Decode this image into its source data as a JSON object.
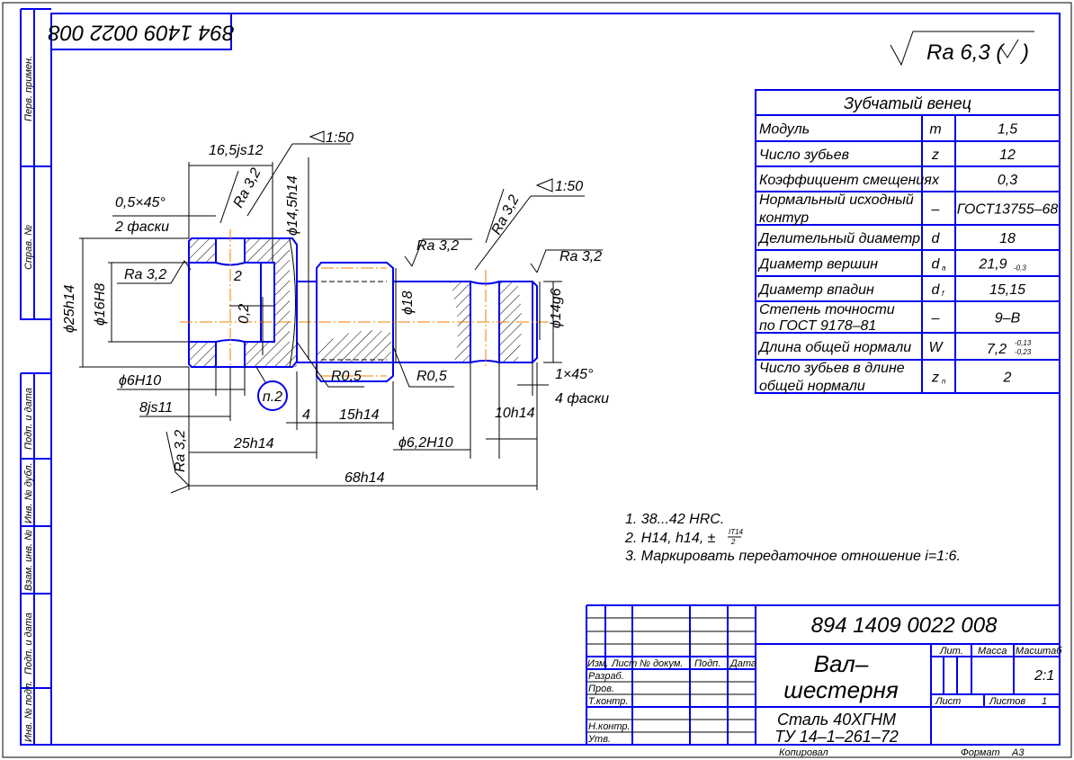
{
  "sheet": {
    "mirrored_code": "894 1409 0022 008",
    "roughness_general": "Ra 6,3 (",
    "roughness_general_end": ")",
    "side_strip": [
      "Перв. примен.",
      "Справ. №",
      "Подп. и дата",
      "Инв. № дубл.",
      "Взам. инв. №",
      "Подп. и дата",
      "Инв. № подл."
    ]
  },
  "drawing": {
    "dims": {
      "d16_5": "16,5js12",
      "taper1": "1:50",
      "ra_a": "Ra 3,2",
      "d14_5": "ϕ14,5h14",
      "chamfer05": "0,5×45°",
      "chamfer05_n": "2 фаски",
      "ra_b": "Ra 3,2",
      "d25": "ϕ25h14",
      "d16": "ϕ16H8",
      "two": "2",
      "zero2": "0,2",
      "d6": "ϕ6H10",
      "l8": "8js11",
      "note_ref": "п.2",
      "ra_c": "Ra 3,2",
      "l25": "25h14",
      "l68": "68h14",
      "l4": "4",
      "l15": "15h14",
      "r05a": "R0,5",
      "r05b": "R0,5",
      "ra_d": "Ra 3,2",
      "d18": "ϕ18",
      "ra_e": "Ra 3,2",
      "taper2": "1:50",
      "ra_f": "Ra 3,2",
      "d14g6": "ϕ14g6",
      "chamfer1": "1×45°",
      "chamfer1_n": "4 фаски",
      "l10": "10h14",
      "d6_2": "ϕ6,2H10"
    }
  },
  "gear_table": {
    "title": "Зубчатый венец",
    "rows": [
      {
        "name": "Модуль",
        "sym": "m",
        "value": "1,5"
      },
      {
        "name": "Число зубьев",
        "sym": "z",
        "value": "12"
      },
      {
        "name": "Коэффициент смещения",
        "sym": "x",
        "value": "0,3"
      },
      {
        "name": "Нормальный исходный",
        "name2": "контур",
        "sym": "–",
        "value": "ГОСТ13755–68"
      },
      {
        "name": "Делительный диаметр",
        "sym": "d",
        "value": "18"
      },
      {
        "name": "Диаметр вершин",
        "sym": "d",
        "sub": "a",
        "value": "21,9",
        "tol": "-0,3"
      },
      {
        "name": "Диаметр впадин",
        "sym": "d",
        "sub": "f",
        "value": "15,15"
      },
      {
        "name": "Степень точности",
        "name2": "по ГОСТ 9178–81",
        "sym": "–",
        "value": "9–B"
      },
      {
        "name": "Длина общей нормали",
        "sym": "W",
        "value": "7,2",
        "tol_up": "-0,13",
        "tol_low": "-0,23"
      },
      {
        "name": "Число зубьев в длине",
        "name2": "общей нормали",
        "sym": "z",
        "sub": "n",
        "value": "2"
      }
    ]
  },
  "notes": {
    "n1": "1. 38...42 HRC.",
    "n2": "2. H14, h14, ±",
    "n2_num": "IT14",
    "n2_den": "2",
    "n3": "3. Маркировать передаточное отношение i=1:6."
  },
  "title_block": {
    "designation": "894 1409 0022 008",
    "name_line1": "Вал–",
    "name_line2": "шестерня",
    "material_line1": "Сталь 40ХГНМ",
    "material_line2": "ТУ 14–1–261–72",
    "col_izm": "Изм.",
    "col_list": "Лист",
    "col_doc": "№ докум.",
    "col_sign": "Подп.",
    "col_date": "Дата",
    "razrab": "Разраб.",
    "prov": "Пров.",
    "tkontr": "Т.контр.",
    "nkontr": "Н.контр.",
    "utv": "Утв.",
    "lit": "Лит.",
    "massa": "Масса",
    "masshtab": "Масштаб",
    "scale": "2:1",
    "sheet": "Лист",
    "sheets": "Листов",
    "sheets_count": "1",
    "copied": "Копировал",
    "format": "Формат",
    "format_value": "A3"
  }
}
